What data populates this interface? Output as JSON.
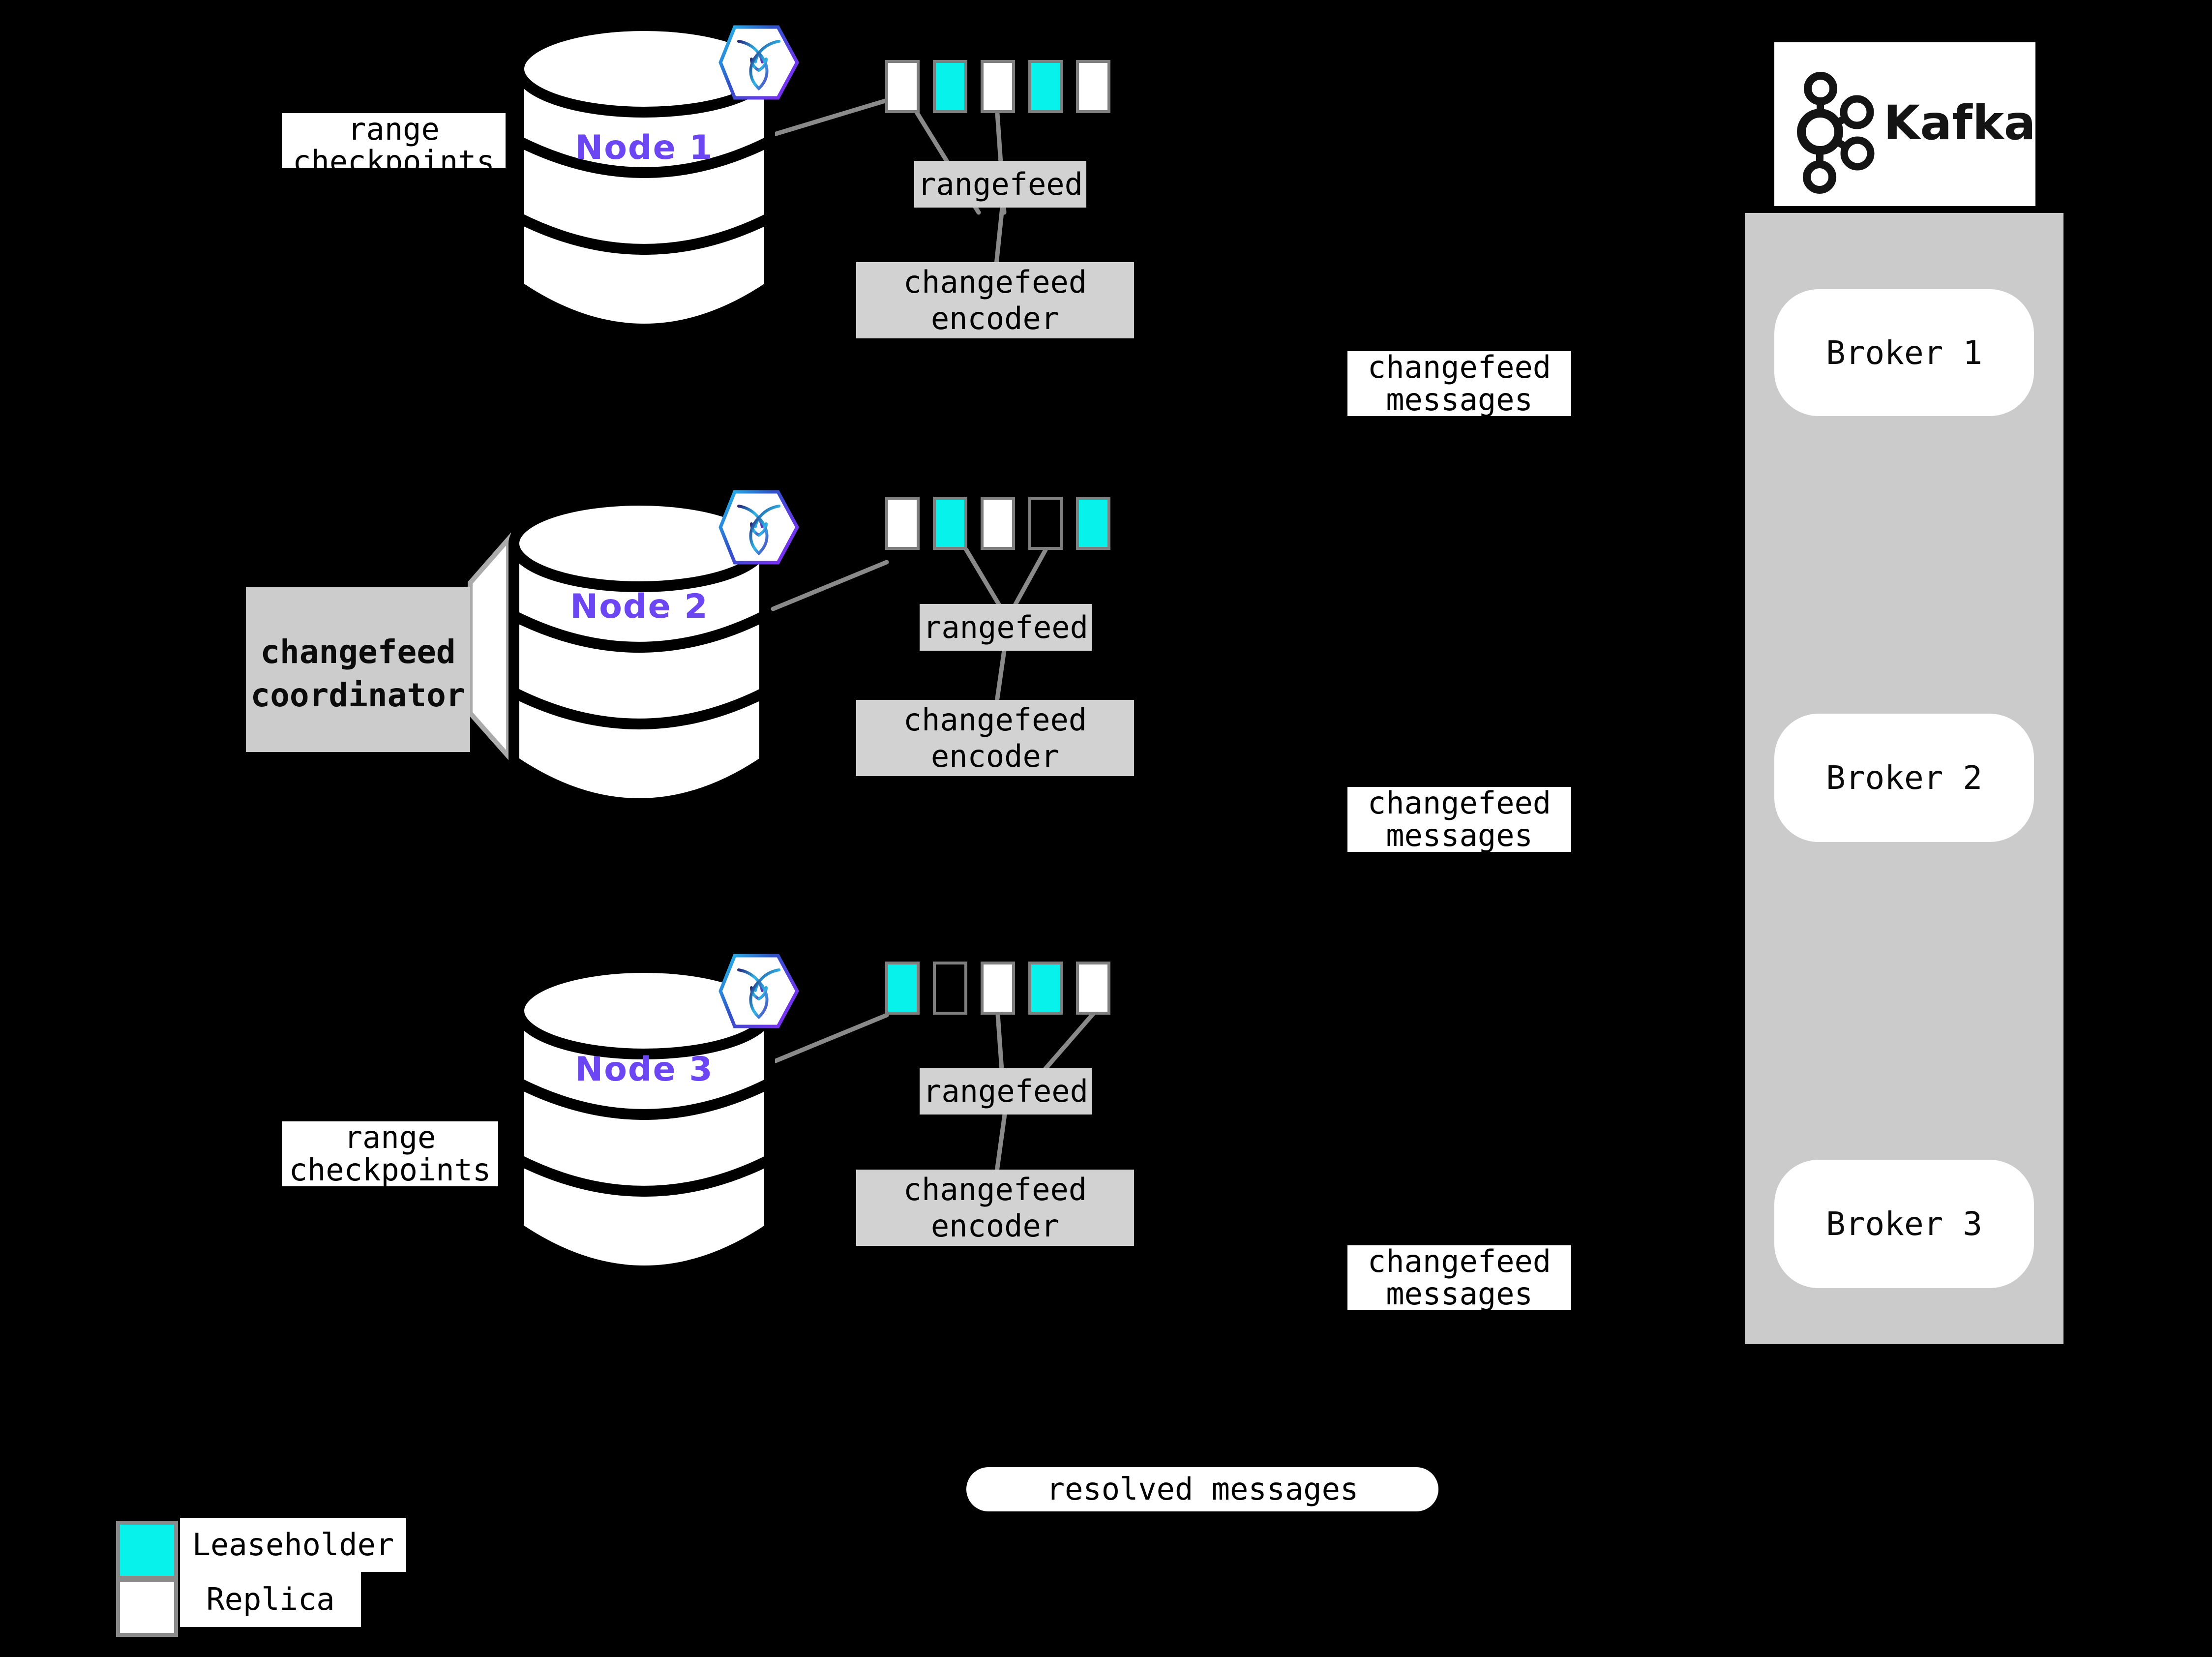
{
  "colors": {
    "background": "#000000",
    "leaseholder_cyan": "#06F2EA",
    "replica_white": "#ffffff",
    "empty": "transparent",
    "box_gray": "#d2d2d2",
    "panel_gray": "#cbcbcb",
    "line_gray": "#8a8a8a",
    "node_purple": "#6b46f2"
  },
  "labels": {
    "range_checkpoints": {
      "line1": "range",
      "line2": "checkpoints"
    },
    "changefeed_messages": {
      "line1": "changefeed",
      "line2": "messages"
    },
    "coordinator": {
      "line1": "changefeed",
      "line2": "coordinator"
    },
    "resolved_messages": "resolved messages"
  },
  "nodes": [
    {
      "label": "Node 1",
      "rangefeed_label": "rangefeed",
      "encoder_line1": "changefeed",
      "encoder_line2": "encoder",
      "ranges": [
        "replica",
        "leaseholder",
        "replica",
        "leaseholder",
        "replica"
      ]
    },
    {
      "label": "Node 2",
      "rangefeed_label": "rangefeed",
      "encoder_line1": "changefeed",
      "encoder_line2": "encoder",
      "ranges": [
        "replica",
        "leaseholder",
        "replica",
        "empty",
        "leaseholder"
      ]
    },
    {
      "label": "Node 3",
      "rangefeed_label": "rangefeed",
      "encoder_line1": "changefeed",
      "encoder_line2": "encoder",
      "ranges": [
        "leaseholder",
        "empty",
        "replica",
        "leaseholder",
        "replica"
      ]
    }
  ],
  "kafka": {
    "brand": "Kafka",
    "brokers": [
      {
        "label": "Broker 1"
      },
      {
        "label": "Broker 2"
      },
      {
        "label": "Broker 3"
      }
    ]
  },
  "legend": {
    "leaseholder": "Leaseholder",
    "replica": "Replica"
  }
}
